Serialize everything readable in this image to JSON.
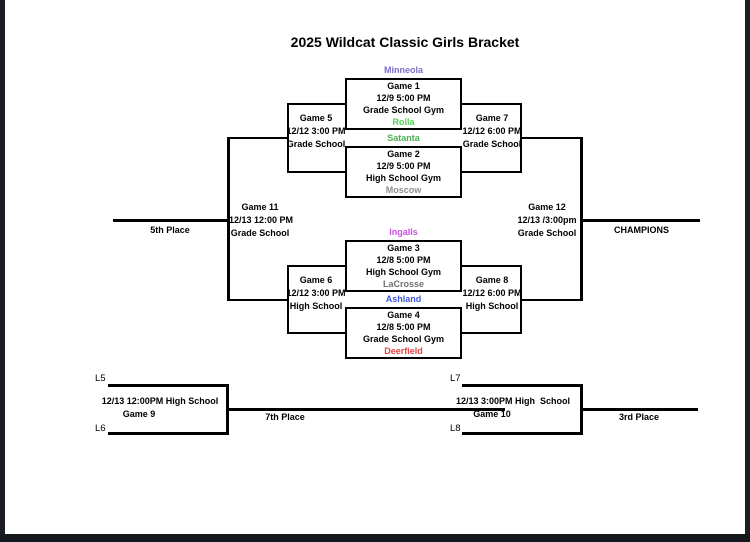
{
  "title": "2025 Wildcat Classic Girls Bracket",
  "colors": {
    "line": "#000000",
    "frame": "#1a1d23",
    "minneola": "#7B70CC",
    "rolla": "#4FD34F",
    "satanta": "#4CAF50",
    "moscow": "#8F8F8F",
    "ingalls": "#CB4FE0",
    "lacrosse": "#707070",
    "ashland": "#3D55E0",
    "deerfield": "#E64040"
  },
  "first_round": [
    {
      "top_team": "Minneola",
      "game": "Game 1",
      "datetime": "12/9 5:00 PM",
      "venue": "Grade School Gym",
      "bottom_team": "Rolla"
    },
    {
      "top_team": "Satanta",
      "game": "Game 2",
      "datetime": "12/9 5:00 PM",
      "venue": "High School Gym",
      "bottom_team": "Moscow"
    },
    {
      "top_team": "Ingalls",
      "game": "Game 3",
      "datetime": "12/8 5:00 PM",
      "venue": "High School Gym",
      "bottom_team": "LaCrosse"
    },
    {
      "top_team": "Ashland",
      "game": "Game 4",
      "datetime": "12/8 5:00 PM",
      "venue": "Grade School Gym",
      "bottom_team": "Deerfield"
    }
  ],
  "consolation": {
    "game5": {
      "game": "Game 5",
      "datetime": "12/12 3:00 PM",
      "venue": "Grade School"
    },
    "game6": {
      "game": "Game 6",
      "datetime": "12/12 3:00 PM",
      "venue": "High School"
    },
    "game11": {
      "game": "Game 11",
      "datetime": "12/13 12:00 PM",
      "venue": "Grade School"
    }
  },
  "championship": {
    "game7": {
      "game": "Game 7",
      "datetime": "12/12 6:00 PM",
      "venue": "Grade School"
    },
    "game8": {
      "game": "Game 8",
      "datetime": "12/12 6:00 PM",
      "venue": "High School"
    },
    "game12": {
      "game": "Game 12",
      "datetime": "12/13 /3:00pm",
      "venue": "Grade School"
    }
  },
  "placements": {
    "fifth": "5th Place",
    "champions": "CHAMPIONS",
    "seventh": "7th Place",
    "third": "3rd Place"
  },
  "bottom_games": {
    "game9": {
      "top_seed": "L5",
      "bottom_seed": "L6",
      "info": "12/13 12:00PM High School",
      "game": "Game 9"
    },
    "game10": {
      "top_seed": "L7",
      "bottom_seed": "L8",
      "info": "12/13 3:00PM High  School",
      "game": "Game 10"
    }
  }
}
